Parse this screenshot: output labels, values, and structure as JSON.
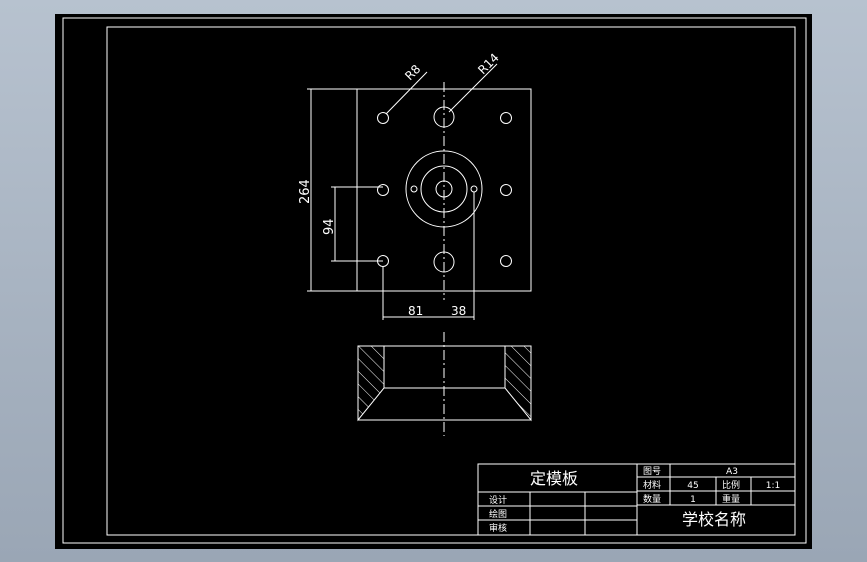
{
  "colors": {
    "background": "#000000",
    "lines": "#ffffff",
    "window_frame": "#aab4c2"
  },
  "dimensions": {
    "r8": "R8",
    "r14": "R14",
    "d264": "264",
    "d94": "94",
    "d81": "81",
    "d38": "38"
  },
  "title_block": {
    "part_name": "定模板",
    "drawing_no_label": "图号",
    "drawing_no": "A3",
    "material_label": "材料",
    "material": "45",
    "scale_label": "比例",
    "scale": "1:1",
    "quantity_label": "数量",
    "quantity": "1",
    "weight_label": "重量",
    "design_label": "设计",
    "draw_label": "绘图",
    "review_label": "审核",
    "school_name": "学校名称"
  }
}
